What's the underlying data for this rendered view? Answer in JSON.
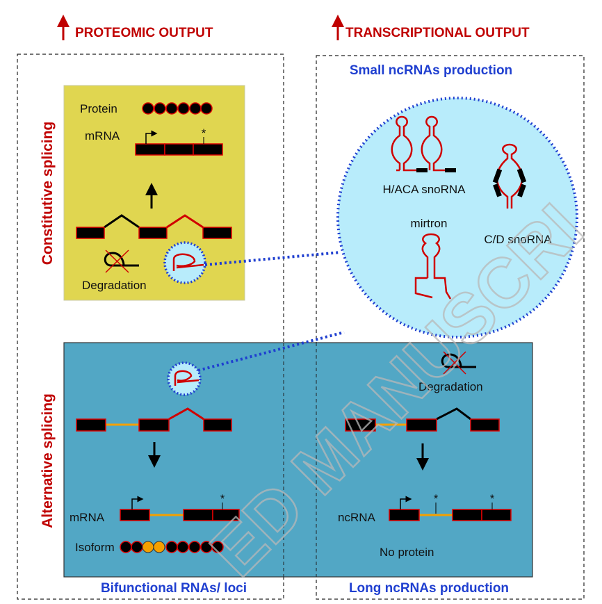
{
  "headers": {
    "left": "PROTEOMIC OUTPUT",
    "right": "TRANSCRIPTIONAL OUTPUT"
  },
  "side_labels": {
    "top": "Constitutive splicing",
    "bottom": "Alternative splicing"
  },
  "sections": {
    "small_ncrna": "Small ncRNAs production",
    "bifunctional": "Bifunctional RNAs/ loci",
    "long_ncrna": "Long ncRNAs production"
  },
  "constitutive": {
    "protein": "Protein",
    "mrna": "mRNA",
    "degradation": "Degradation",
    "stop": "*"
  },
  "small_rnas": {
    "haca": "H/ACA snoRNA",
    "cd": "C/D snoRNA",
    "mirtron": "mirtron"
  },
  "alternative_left": {
    "mrna": "mRNA",
    "isoform": "Isoform",
    "stop": "*"
  },
  "alternative_right": {
    "degradation": "Degradation",
    "ncrna": "ncRNA",
    "no_protein": "No protein",
    "stop": "*"
  },
  "watermark": "ED MANUSCRI",
  "colors": {
    "red": "#c00000",
    "blue": "#1f3fd0",
    "yellow": "#e0d650",
    "teal": "#52a7c5",
    "light_blue": "#b8ecfb",
    "orange": "#f5a000"
  }
}
